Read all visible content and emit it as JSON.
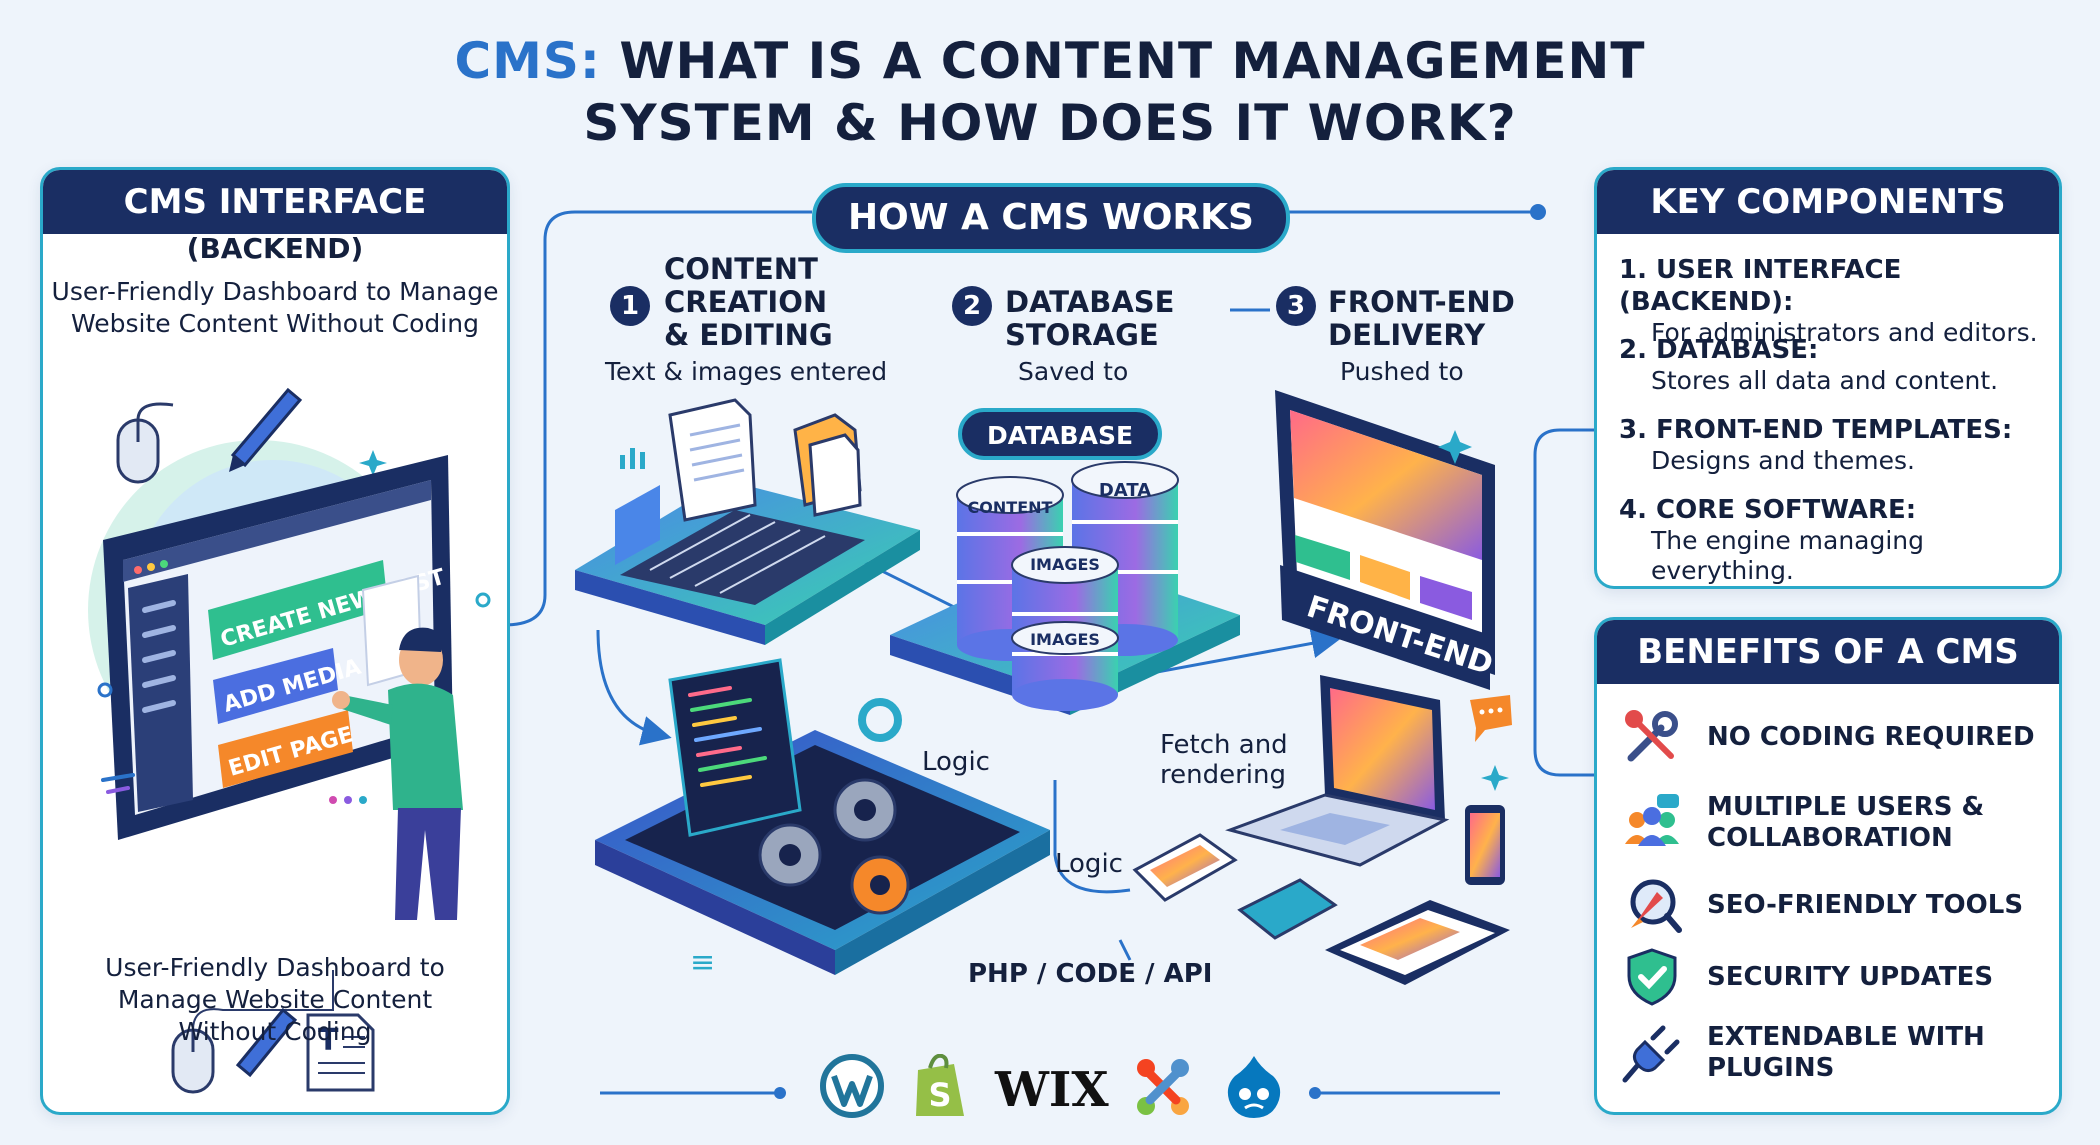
{
  "title": {
    "accent": "CMS:",
    "line1_rest": " WHAT IS A CONTENT MANAGEMENT",
    "line2": "SYSTEM & HOW DOES IT WORK?"
  },
  "left_panel": {
    "header": "CMS INTERFACE",
    "subheader": "(BACKEND)",
    "description_top": [
      "User-Friendly Dashboard to Manage",
      "Website Content Without Coding"
    ],
    "screen_buttons": [
      "CREATE NEW POST",
      "ADD MEDIA",
      "EDIT PAGE"
    ],
    "description_bottom": [
      "User-Friendly Dashboard to",
      "Manage Website Content",
      "Without Coding"
    ]
  },
  "center": {
    "header": "HOW A CMS WORKS",
    "steps": [
      {
        "number": "1",
        "title": [
          "CONTENT",
          "CREATION",
          "& EDITING"
        ],
        "subtitle": "Text & images entered"
      },
      {
        "number": "2",
        "title": [
          "DATABASE",
          "STORAGE"
        ],
        "subtitle": "Saved to"
      },
      {
        "number": "3",
        "title": [
          "FRONT-END",
          "DELIVERY"
        ],
        "subtitle": "Pushed to"
      }
    ],
    "database_label": "DATABASE",
    "cylinders": [
      "CONTENT",
      "DATA",
      "IMAGES",
      "IMAGES"
    ],
    "frontend_label": "FRONT-END",
    "labels": {
      "logic_1": "Logic",
      "logic_2": "Logic",
      "fetch": [
        "Fetch and",
        "rendering"
      ],
      "code": "PHP / CODE / API"
    }
  },
  "key_components": {
    "header": "KEY COMPONENTS",
    "items": [
      {
        "title": "1. USER INTERFACE (BACKEND):",
        "desc": "For administrators and editors."
      },
      {
        "title": "2. DATABASE:",
        "desc": "Stores all data and content."
      },
      {
        "title": "3. FRONT-END TEMPLATES:",
        "desc": "Designs and themes."
      },
      {
        "title": "4. CORE SOFTWARE:",
        "desc": "The engine managing everything."
      }
    ]
  },
  "benefits": {
    "header": "BENEFITS OF A CMS",
    "items": [
      {
        "icon": "tools-icon",
        "label": [
          "NO CODING REQUIRED"
        ]
      },
      {
        "icon": "users-icon",
        "label": [
          "MULTIPLE USERS &",
          "COLLABORATION"
        ]
      },
      {
        "icon": "seo-rocket-icon",
        "label": [
          "SEO-FRIENDLY TOOLS"
        ]
      },
      {
        "icon": "shield-icon",
        "label": [
          "SECURITY UPDATES"
        ]
      },
      {
        "icon": "plug-icon",
        "label": [
          "EXTENDABLE WITH",
          "PLUGINS"
        ]
      }
    ]
  },
  "logos": {
    "icons": [
      "wordpress-logo-icon",
      "shopify-logo-icon",
      "wix-logo-icon",
      "joomla-logo-icon",
      "drupal-logo-icon"
    ],
    "wix_text": "WIX"
  },
  "colors": {
    "navy": "#1a2e63",
    "teal": "#2aa9c9",
    "accent_blue": "#2a72c9"
  }
}
